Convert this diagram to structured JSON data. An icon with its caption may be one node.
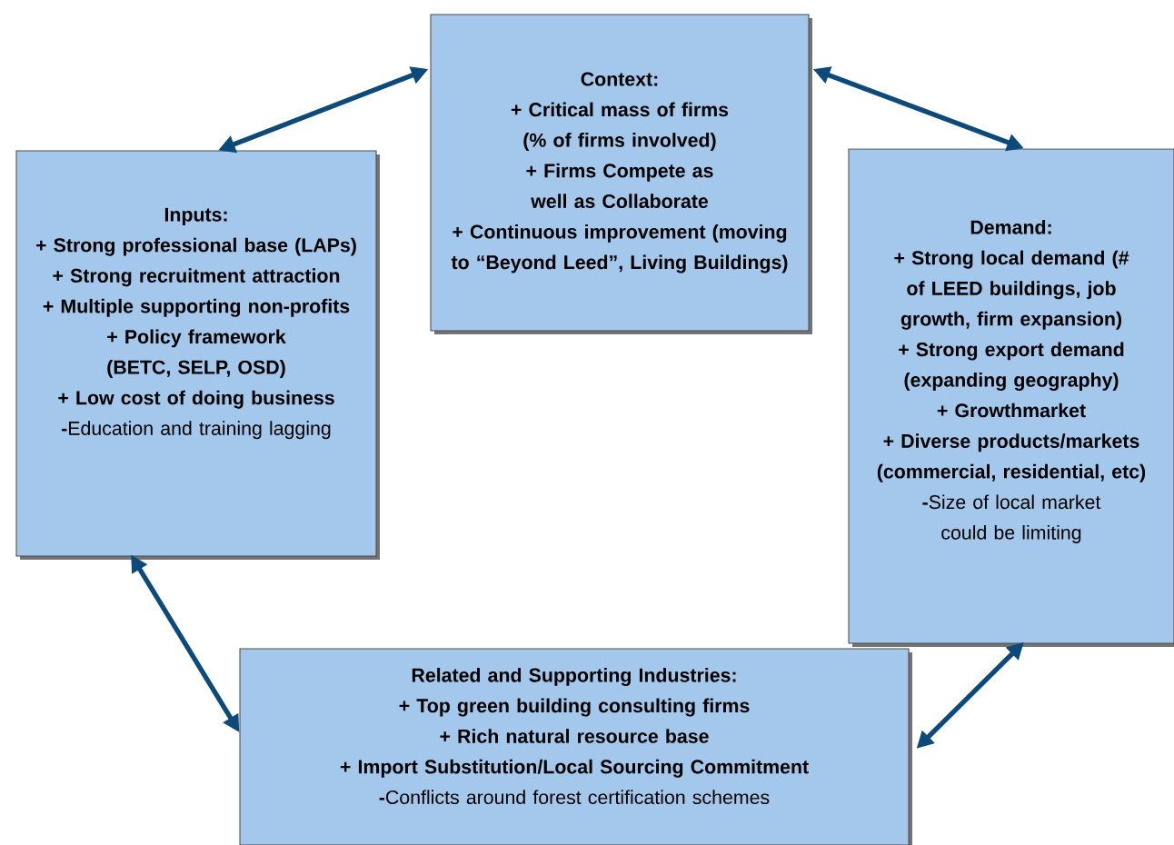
{
  "diagram": {
    "nodes": [
      {
        "text": [
          "Context:",
          "+ Critical mass of firms (% of firms involved)",
          "+ Firms Compete as well as Collaborate",
          "+ Continuous improvement (moving to “Beyond Leed”, Living Buildings)"
        ]
      },
      {
        "text": [
          "Inputs:",
          "+ Strong professional base (LAPs)",
          "+ Strong recruitment attraction",
          "+ Multiple supporting non-profits",
          "+ Policy framework (BETC, SELP, OSD)",
          "+ Low cost of doing business",
          "**-**Education and training lagging"
        ]
      },
      {
        "text": [
          "Demand:",
          "+ Strong local demand (# of LEED buildings, job growth, firm expansion)",
          "+ Strong export demand (expanding geography)",
          "+ Growthmarket",
          "+ Diverse products/markets (commercial, residential, etc)",
          "**-**Size of local market could be limiting"
        ]
      },
      {
        "text": [
          "Related and Supporting Industries:",
          "+ Top green building consulting firms",
          "+ Rich natural resource base",
          "+ Import Substitution/Local Sourcing Commitment",
          "**-**Conflicts around forest certification schemes"
        ]
      }
    ],
    "edges": [
      {
        "from": 1,
        "to": 0,
        "arrow": "both"
      },
      {
        "from": 0,
        "to": 2,
        "arrow": "both"
      },
      {
        "from": 1,
        "to": 3,
        "arrow": "both"
      },
      {
        "from": 2,
        "to": 3,
        "arrow": "both"
      }
    ]
  }
}
